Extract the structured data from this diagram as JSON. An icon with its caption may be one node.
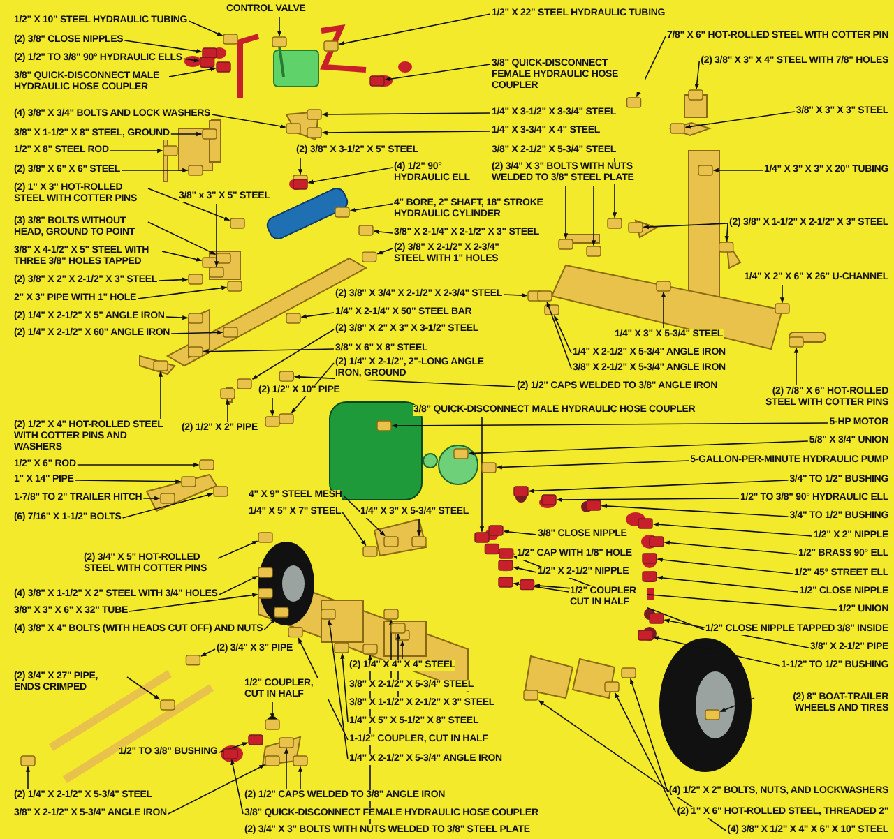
{
  "diagram": {
    "nodes": [
      {
        "text": [
          "1/2\" X 10\" STEEL HYDRAULIC TUBING"
        ]
      },
      {
        "text": [
          "(2) 3/8\" CLOSE NIPPLES"
        ]
      },
      {
        "text": [
          "(2) 1/2\" TO 3/8\" 90° HYDRAULIC ELLS"
        ]
      },
      {
        "text": [
          "3/8\" QUICK-DISCONNECT MALE HYDRAULIC HOSE COUPLER"
        ]
      },
      {
        "text": [
          "CONTROL VALVE"
        ]
      },
      {
        "text": [
          "1/2\" X 22\" STEEL HYDRAULIC TUBING"
        ]
      },
      {
        "text": [
          "3/8\" QUICK-DISCONNECT FEMALE HYDRAULIC HOSE COUPLER"
        ]
      },
      {
        "text": [
          "7/8\" X 6\" HOT-ROLLED STEEL WITH COTTER PIN"
        ]
      },
      {
        "text": [
          "(2) 3/8\" X 3\" X 4\" STEEL WITH 7/8\" HOLES"
        ]
      },
      {
        "text": [
          "(4) 3/8\" X 3/4\" BOLTS AND LOCK WASHERS"
        ]
      },
      {
        "text": [
          "3/8\" X 1-1/2\" X 8\" STEEL, GROUND"
        ]
      },
      {
        "text": [
          "1/2\" X 8\" STEEL ROD"
        ]
      },
      {
        "text": [
          "(2) 3/8\" X 6\" X 6\" STEEL"
        ]
      },
      {
        "text": [
          "(2) 1\" X 3\" HOT-ROLLED STEEL WITH COTTER PINS"
        ]
      },
      {
        "text": [
          "(3) 3/8\" BOLTS WITHOUT HEAD, GROUND TO POINT"
        ]
      },
      {
        "text": [
          "3/8\" X 4-1/2\" X 5\" STEEL WITH THREE 3/8\" HOLES TAPPED"
        ]
      },
      {
        "text": [
          "(2) 3/8\" X 2\" X 2-1/2\" X 3\" STEEL"
        ]
      },
      {
        "text": [
          "2\" X 3\" PIPE WITH 1\" HOLE"
        ]
      },
      {
        "text": [
          "(2) 1/4\" X 2-1/2\" X 5\" ANGLE IRON"
        ]
      },
      {
        "text": [
          "(2) 1/4\" X 2-1/2\" X 60\" ANGLE IRON"
        ]
      },
      {
        "text": [
          "(2) 1/2\" X 4\" HOT-ROLLED STEEL WITH COTTER PINS AND WASHERS"
        ]
      },
      {
        "text": [
          "(2) 1/2\" X 2\" PIPE"
        ]
      },
      {
        "text": [
          "(2) 1/2\" X 10\" PIPE"
        ]
      },
      {
        "text": [
          "1/4\" X 3-1/2\" X 3-3/4\" STEEL"
        ]
      },
      {
        "text": [
          "1/4\" X 3-3/4\" X 4\" STEEL"
        ]
      },
      {
        "text": [
          "(2) 3/8\" X 3-1/2\" X 5\" STEEL"
        ]
      },
      {
        "text": [
          "(4) 1/2\" 90° HYDRAULIC ELL"
        ]
      },
      {
        "text": [
          "3/8\" x 3\" X 5\" STEEL"
        ]
      },
      {
        "text": [
          "4\" BORE, 2\" SHAFT, 18\" STROKE HYDRAULIC CYLINDER"
        ]
      },
      {
        "text": [
          "3/8\" X 2-1/4\" X 2-1/2\" X 3\" STEEL"
        ]
      },
      {
        "text": [
          "(2) 3/8\" X 2-1/2\" X 2-3/4\" STEEL WITH 1\" HOLES"
        ]
      },
      {
        "text": [
          "3/8\" X 2-1/2\" X 5-3/4\" STEEL"
        ]
      },
      {
        "text": [
          "(2) 3/4\" X 3\" BOLTS WITH NUTS WELDED TO 3/8\" STEEL PLATE"
        ]
      },
      {
        "text": [
          "1/4\" X 3\" X 3\" X 20\" TUBING"
        ]
      },
      {
        "text": [
          "3/8\" X 3\" X 3\" STEEL"
        ]
      },
      {
        "text": [
          "(2) 3/8\" X 1-1/2\" X 2-1/2\" X 3\" STEEL"
        ]
      },
      {
        "text": [
          "1/4\" X 2\" X 6\" X 26\" U-CHANNEL"
        ]
      },
      {
        "text": [
          "(2) 3/8\" X 3/4\" X 2-1/2\" X 2-3/4\" STEEL"
        ]
      },
      {
        "text": [
          "1/4\" X 2-1/4\" X 50\" STEEL BAR"
        ]
      },
      {
        "text": [
          "(2) 3/8\" X 2\" X 3\" X 3-1/2\" STEEL"
        ]
      },
      {
        "text": [
          "3/8\" X 6\" X 8\" STEEL"
        ]
      },
      {
        "text": [
          "(2) 1/4\" X 2-1/2\", 2\"-LONG ANGLE IRON, GROUND"
        ]
      },
      {
        "text": [
          "1/4\" X 3\" X 5-3/4\" STEEL"
        ]
      },
      {
        "text": [
          "1/4\" X 2-1/2\" X 5-3/4\" ANGLE IRON"
        ]
      },
      {
        "text": [
          "3/8\" X 2-1/2\" X 5-3/4\" ANGLE IRON"
        ]
      },
      {
        "text": [
          "(2) 1/2\" CAPS WELDED TO 3/8\" ANGLE IRON"
        ]
      },
      {
        "text": [
          "(2) 7/8\" X 6\" HOT-ROLLED STEEL WITH COTTER PINS"
        ]
      },
      {
        "text": [
          "3/8\" QUICK-DISCONNECT MALE HYDRAULIC HOSE COUPLER"
        ]
      },
      {
        "text": [
          "5-HP MOTOR"
        ]
      },
      {
        "text": [
          "5/8\" X 3/4\" UNION"
        ]
      },
      {
        "text": [
          "5-GALLON-PER-MINUTE HYDRAULIC PUMP"
        ]
      },
      {
        "text": [
          "3/4\" TO 1/2\" BUSHING"
        ]
      },
      {
        "text": [
          "1/2\" TO 3/8\" 90° HYDRAULIC ELL"
        ]
      },
      {
        "text": [
          "3/4\" TO 1/2\" BUSHING"
        ]
      },
      {
        "text": [
          "1/2\" X 2\" NIPPLE"
        ]
      },
      {
        "text": [
          "1/2\" BRASS 90° ELL"
        ]
      },
      {
        "text": [
          "3/8\" CLOSE NIPPLE"
        ]
      },
      {
        "text": [
          "1/2\" CAP WITH 1/8\" HOLE"
        ]
      },
      {
        "text": [
          "1/2\" X 2-1/2\" NIPPLE"
        ]
      },
      {
        "text": [
          "1/2\" 45° STREET ELL"
        ]
      },
      {
        "text": [
          "1/2\" COUPLER CUT IN HALF"
        ]
      },
      {
        "text": [
          "1/2\" CLOSE NIPPLE"
        ]
      },
      {
        "text": [
          "1/2\" UNION"
        ]
      },
      {
        "text": [
          "1/2\" CLOSE NIPPLE TAPPED 3/8\" INSIDE"
        ]
      },
      {
        "text": [
          "3/8\" X 2-1/2\" PIPE"
        ]
      },
      {
        "text": [
          "1-1/2\" TO 1/2\" BUSHING"
        ]
      },
      {
        "text": [
          "(2) 8\" BOAT-TRAILER WHEELS AND TIRES"
        ]
      },
      {
        "text": [
          "(4) 1/2\" X 2\" BOLTS, NUTS, AND LOCKWASHERS"
        ]
      },
      {
        "text": [
          "(2) 1\" X 6\" HOT-ROLLED STEEL, THREADED 2\""
        ]
      },
      {
        "text": [
          "(4) 3/8\" X 1/2\" X 4\" X 6\" X 10\" STEEL"
        ]
      },
      {
        "text": [
          "1/2\" X 6\" ROD"
        ]
      },
      {
        "text": [
          "1\" X 14\" PIPE"
        ]
      },
      {
        "text": [
          "1-7/8\" TO 2\" TRAILER HITCH"
        ]
      },
      {
        "text": [
          "(6) 7/16\" X 1-1/2\" BOLTS"
        ]
      },
      {
        "text": [
          "4\" X 9\" STEEL MESH"
        ]
      },
      {
        "text": [
          "1/4\" X 5\" X 7\" STEEL"
        ]
      },
      {
        "text": [
          "1/4\" X 3\" X 5-3/4\" STEEL"
        ]
      },
      {
        "text": [
          "(2) 3/4\" X 5\" HOT-ROLLED STEEL WITH COTTER PINS"
        ]
      },
      {
        "text": [
          "(4) 3/8\" X 1-1/2\" X 2\" STEEL WITH 3/4\" HOLES"
        ]
      },
      {
        "text": [
          "3/8\" X 3\" X 6\" X 32\" TUBE"
        ]
      },
      {
        "text": [
          "(4) 3/8\" X 4\" BOLTS (WITH HEADS CUT OFF) AND NUTS"
        ]
      },
      {
        "text": [
          "(2) 3/4\" X 3\" PIPE"
        ]
      },
      {
        "text": [
          "(2) 3/4\" X 27\" PIPE, ENDS CRIMPED"
        ]
      },
      {
        "text": [
          "1/2\" COUPLER, CUT IN HALF"
        ]
      },
      {
        "text": [
          "(2) 1/4\" X 4\" X 4\" STEEL"
        ]
      },
      {
        "text": [
          "3/8\" X 2-1/2\" X 5-3/4\" STEEL"
        ]
      },
      {
        "text": [
          "3/8\" X 1-1/2\" X 2-1/2\" X 3\" STEEL"
        ]
      },
      {
        "text": [
          "1/4\" X 5\" X 5-1/2\" X 8\" STEEL"
        ]
      },
      {
        "text": [
          "1-1/2\" COUPLER, CUT IN HALF"
        ]
      },
      {
        "text": [
          "1/4\" X 2-1/2\" X 5-3/4\" ANGLE IRON"
        ]
      },
      {
        "text": [
          "1/2\" TO 3/8\" BUSHING"
        ]
      },
      {
        "text": [
          "(2) 1/4\" X 2-1/2\" X 5-3/4\" STEEL"
        ]
      },
      {
        "text": [
          "3/8\" X 2-1/2\" X 5-3/4\" ANGLE IRON"
        ]
      },
      {
        "text": [
          "(2) 1/2\" CAPS WELDED TO 3/8\" ANGLE IRON"
        ]
      },
      {
        "text": [
          "3/8\" QUICK-DISCONNECT FEMALE HYDRAULIC HOSE COUPLER"
        ]
      },
      {
        "text": [
          "(2) 3/4\" X 3\" BOLTS WITH NUTS WELDED TO 3/8\" STEEL PLATE"
        ]
      },
      {
        "text": [],
        "shape": "box"
      },
      {
        "text": [],
        "shape": "box"
      },
      {
        "text": [],
        "shape": "box"
      },
      {
        "text": [],
        "shape": "box"
      },
      {
        "text": [],
        "shape": "box"
      },
      {
        "text": [],
        "shape": "box"
      },
      {
        "text": [],
        "shape": "box"
      },
      {
        "text": [],
        "shape": "box"
      },
      {
        "text": [],
        "shape": "box"
      },
      {
        "text": [],
        "shape": "box"
      },
      {
        "text": [],
        "shape": "box"
      },
      {
        "text": [],
        "shape": "box"
      },
      {
        "text": [],
        "shape": "box"
      },
      {
        "text": [],
        "shape": "box"
      },
      {
        "text": [],
        "shape": "box"
      },
      {
        "text": [],
        "shape": "box"
      },
      {
        "text": [],
        "shape": "box"
      },
      {
        "text": [],
        "shape": "box"
      },
      {
        "text": [],
        "shape": "box"
      },
      {
        "text": [],
        "shape": "box"
      },
      {
        "text": [],
        "shape": "box"
      },
      {
        "text": [],
        "shape": "box"
      },
      {
        "text": [],
        "shape": "box"
      },
      {
        "text": [],
        "shape": "box"
      },
      {
        "text": [],
        "shape": "box"
      },
      {
        "text": [],
        "shape": "box"
      },
      {
        "text": [],
        "shape": "box"
      },
      {
        "text": [],
        "shape": "box"
      },
      {
        "text": [],
        "shape": "box"
      },
      {
        "text": [],
        "shape": "box"
      },
      {
        "text": [],
        "shape": "box"
      },
      {
        "text": [],
        "shape": "box"
      },
      {
        "text": [],
        "shape": "box"
      },
      {
        "text": [],
        "shape": "box"
      },
      {
        "text": [],
        "shape": "box"
      },
      {
        "text": [],
        "shape": "box"
      },
      {
        "text": [],
        "shape": "box"
      },
      {
        "text": [],
        "shape": "box"
      },
      {
        "text": [],
        "shape": "box"
      },
      {
        "text": [],
        "shape": "box"
      },
      {
        "text": [],
        "shape": "box"
      },
      {
        "text": [],
        "shape": "box"
      },
      {
        "text": [],
        "shape": "box"
      },
      {
        "text": [],
        "shape": "box"
      },
      {
        "text": [],
        "shape": "box"
      },
      {
        "text": [],
        "shape": "box"
      },
      {
        "text": [],
        "shape": "box"
      },
      {
        "text": [],
        "shape": "box"
      },
      {
        "text": [],
        "shape": "box"
      },
      {
        "text": [],
        "shape": "box"
      },
      {
        "text": [],
        "shape": "box"
      },
      {
        "text": [],
        "shape": "box"
      },
      {
        "text": [],
        "shape": "box"
      },
      {
        "text": [],
        "shape": "box"
      },
      {
        "text": [],
        "shape": "box"
      },
      {
        "text": [],
        "shape": "box"
      },
      {
        "text": [],
        "shape": "box"
      },
      {
        "text": [],
        "shape": "box"
      },
      {
        "text": [],
        "shape": "box"
      },
      {
        "text": [],
        "shape": "box"
      },
      {
        "text": [],
        "shape": "box"
      },
      {
        "text": [],
        "shape": "box"
      },
      {
        "text": [],
        "shape": "box"
      },
      {
        "text": [],
        "shape": "box"
      },
      {
        "text": [],
        "shape": "box"
      },
      {
        "text": [],
        "shape": "box"
      },
      {
        "text": [],
        "shape": "box"
      },
      {
        "text": [],
        "shape": "box"
      },
      {
        "text": [],
        "shape": "box"
      },
      {
        "text": [],
        "shape": "box"
      },
      {
        "text": [],
        "shape": "box"
      },
      {
        "text": [],
        "shape": "box"
      },
      {
        "text": [],
        "shape": "box"
      },
      {
        "text": [],
        "shape": "box"
      },
      {
        "text": [],
        "shape": "box"
      },
      {
        "text": [],
        "shape": "box"
      },
      {
        "text": [],
        "shape": "box"
      },
      {
        "text": [],
        "shape": "box"
      },
      {
        "text": [],
        "shape": "box"
      },
      {
        "text": [],
        "shape": "box"
      },
      {
        "text": [],
        "shape": "box"
      },
      {
        "text": [],
        "shape": "box"
      },
      {
        "text": [],
        "shape": "box"
      },
      {
        "text": [],
        "shape": "box"
      },
      {
        "text": [],
        "shape": "box"
      },
      {
        "text": [],
        "shape": "box"
      },
      {
        "text": [],
        "shape": "box"
      },
      {
        "text": [],
        "shape": "box"
      },
      {
        "text": [],
        "shape": "box"
      },
      {
        "text": [],
        "shape": "box"
      },
      {
        "text": [],
        "shape": "box"
      },
      {
        "text": [],
        "shape": "box"
      },
      {
        "text": [],
        "shape": "box"
      },
      {
        "text": [],
        "shape": "box"
      },
      {
        "text": [],
        "shape": "box"
      },
      {
        "text": [],
        "shape": "box"
      },
      {
        "text": [],
        "shape": "box"
      },
      {
        "text": [],
        "shape": "box"
      },
      {
        "text": [],
        "shape": "box"
      }
    ],
    "edges": [
      {
        "from": 0,
        "to": 96,
        "arrow": "to"
      },
      {
        "from": 1,
        "to": 97,
        "arrow": "to"
      },
      {
        "from": 2,
        "to": 98,
        "arrow": "to"
      },
      {
        "from": 3,
        "to": 99,
        "arrow": "to"
      },
      {
        "from": 4,
        "to": 100,
        "arrow": "to"
      },
      {
        "from": 5,
        "to": 101,
        "arrow": "to"
      },
      {
        "from": 6,
        "to": 102,
        "arrow": "to"
      },
      {
        "from": 7,
        "to": 103,
        "arrow": "to"
      },
      {
        "from": 8,
        "to": 104,
        "arrow": "to"
      },
      {
        "from": 9,
        "to": 105,
        "arrow": "to"
      },
      {
        "from": 10,
        "to": 106,
        "arrow": "to"
      },
      {
        "from": 11,
        "to": 107,
        "arrow": "to"
      },
      {
        "from": 12,
        "to": 108,
        "arrow": "to"
      },
      {
        "from": 13,
        "to": 109,
        "arrow": "to"
      },
      {
        "from": 14,
        "to": 110,
        "arrow": "to"
      },
      {
        "from": 15,
        "to": 111,
        "arrow": "to"
      },
      {
        "from": 16,
        "to": 112,
        "arrow": "to"
      },
      {
        "from": 17,
        "to": 113,
        "arrow": "to"
      },
      {
        "from": 18,
        "to": 114,
        "arrow": "to"
      },
      {
        "from": 19,
        "to": 115,
        "arrow": "to"
      },
      {
        "from": 20,
        "to": 116,
        "arrow": "to"
      },
      {
        "from": 21,
        "to": 117,
        "arrow": "to"
      },
      {
        "from": 22,
        "to": 118,
        "arrow": "to"
      },
      {
        "from": 23,
        "to": 119,
        "arrow": "to"
      },
      {
        "from": 24,
        "to": 120,
        "arrow": "to"
      },
      {
        "from": 25,
        "to": 121,
        "arrow": "to"
      },
      {
        "from": 26,
        "to": 122,
        "arrow": "to"
      },
      {
        "from": 27,
        "to": 123,
        "arrow": "to"
      },
      {
        "from": 28,
        "to": 124,
        "arrow": "to"
      },
      {
        "from": 29,
        "to": 125,
        "arrow": "to"
      },
      {
        "from": 30,
        "to": 126,
        "arrow": "to"
      },
      {
        "from": 31,
        "to": 127,
        "arrow": "to"
      },
      {
        "from": 32,
        "to": 128,
        "arrow": "to"
      },
      {
        "from": 32,
        "to": 129,
        "arrow": "to"
      },
      {
        "from": 33,
        "to": 130,
        "arrow": "to"
      },
      {
        "from": 34,
        "to": 131,
        "arrow": "to"
      },
      {
        "from": 35,
        "to": 132,
        "arrow": "to"
      },
      {
        "from": 35,
        "to": 133,
        "arrow": "to"
      },
      {
        "from": 36,
        "to": 134,
        "arrow": "to"
      },
      {
        "from": 37,
        "to": 135,
        "arrow": "to"
      },
      {
        "from": 38,
        "to": 136,
        "arrow": "to"
      },
      {
        "from": 39,
        "to": 137,
        "arrow": "to"
      },
      {
        "from": 40,
        "to": 138,
        "arrow": "to"
      },
      {
        "from": 41,
        "to": 139,
        "arrow": "to"
      },
      {
        "from": 42,
        "to": 140,
        "arrow": "to"
      },
      {
        "from": 43,
        "to": 141,
        "arrow": "to"
      },
      {
        "from": 44,
        "to": 142,
        "arrow": "to"
      },
      {
        "from": 45,
        "to": 143,
        "arrow": "to"
      },
      {
        "from": 46,
        "to": 144,
        "arrow": "to"
      },
      {
        "from": 47,
        "to": 145,
        "arrow": "to"
      },
      {
        "from": 48,
        "to": 146,
        "arrow": "to"
      },
      {
        "from": 49,
        "to": 147,
        "arrow": "to"
      },
      {
        "from": 50,
        "to": 148,
        "arrow": "to"
      },
      {
        "from": 51,
        "to": 149,
        "arrow": "to"
      },
      {
        "from": 52,
        "to": 150,
        "arrow": "to"
      },
      {
        "from": 53,
        "to": 151,
        "arrow": "to"
      },
      {
        "from": 54,
        "to": 152,
        "arrow": "to"
      },
      {
        "from": 55,
        "to": 153,
        "arrow": "to"
      },
      {
        "from": 56,
        "to": 154,
        "arrow": "to"
      },
      {
        "from": 57,
        "to": 155,
        "arrow": "to"
      },
      {
        "from": 58,
        "to": 156,
        "arrow": "to"
      },
      {
        "from": 59,
        "to": 157,
        "arrow": "to"
      },
      {
        "from": 60,
        "to": 158,
        "arrow": "to"
      },
      {
        "from": 61,
        "to": 159,
        "arrow": "to"
      },
      {
        "from": 62,
        "to": 160,
        "arrow": "to"
      },
      {
        "from": 63,
        "to": 161,
        "arrow": "to"
      },
      {
        "from": 64,
        "to": 162,
        "arrow": "to"
      },
      {
        "from": 65,
        "to": 163,
        "arrow": "to"
      },
      {
        "from": 66,
        "to": 164,
        "arrow": "to"
      },
      {
        "from": 67,
        "to": 165,
        "arrow": "to"
      },
      {
        "from": 68,
        "to": 166,
        "arrow": "to"
      },
      {
        "from": 69,
        "to": 167,
        "arrow": "to"
      },
      {
        "from": 70,
        "to": 168,
        "arrow": "to"
      },
      {
        "from": 71,
        "to": 169,
        "arrow": "to"
      },
      {
        "from": 72,
        "to": 170,
        "arrow": "to"
      },
      {
        "from": 73,
        "to": 171,
        "arrow": "to"
      },
      {
        "from": 74,
        "to": 172,
        "arrow": "to"
      },
      {
        "from": 75,
        "to": 173,
        "arrow": "to"
      },
      {
        "from": 76,
        "to": 174,
        "arrow": "to"
      },
      {
        "from": 77,
        "to": 175,
        "arrow": "to"
      },
      {
        "from": 78,
        "to": 176,
        "arrow": "to"
      },
      {
        "from": 79,
        "to": 177,
        "arrow": "to"
      },
      {
        "from": 80,
        "to": 178,
        "arrow": "to"
      },
      {
        "from": 81,
        "to": 179,
        "arrow": "to"
      },
      {
        "from": 82,
        "to": 180,
        "arrow": "to"
      },
      {
        "from": 83,
        "to": 181,
        "arrow": "to"
      },
      {
        "from": 84,
        "to": 182,
        "arrow": "to"
      },
      {
        "from": 85,
        "to": 183,
        "arrow": "to"
      },
      {
        "from": 86,
        "to": 184,
        "arrow": "to"
      },
      {
        "from": 87,
        "to": 185,
        "arrow": "to"
      },
      {
        "from": 88,
        "to": 186,
        "arrow": "to"
      },
      {
        "from": 89,
        "to": 187,
        "arrow": "to"
      },
      {
        "from": 90,
        "to": 188,
        "arrow": "to"
      },
      {
        "from": 91,
        "to": 189,
        "arrow": "to"
      },
      {
        "from": 92,
        "to": 190,
        "arrow": "to"
      },
      {
        "from": 93,
        "to": 191,
        "arrow": "to"
      },
      {
        "from": 93,
        "to": 192,
        "arrow": "to"
      },
      {
        "from": 94,
        "to": 193,
        "arrow": "to"
      },
      {
        "from": 95,
        "to": 194,
        "arrow": "to"
      }
    ]
  }
}
